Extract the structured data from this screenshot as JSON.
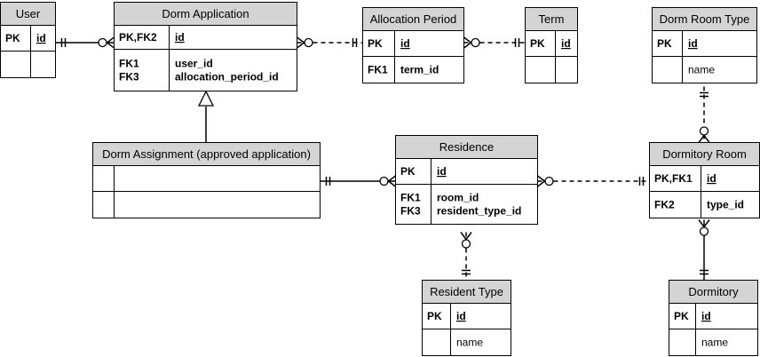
{
  "entities": {
    "user": {
      "title": "User",
      "rows": [
        {
          "key": "PK",
          "attr": "id",
          "pk": true
        },
        {
          "key": "",
          "attr": ""
        }
      ]
    },
    "dorm_application": {
      "title": "Dorm Application",
      "rows": [
        {
          "key": "PK,FK2",
          "attr": "id",
          "pk": true
        },
        {
          "key": "FK1\nFK3",
          "attr": "user_id\nallocation_period_id",
          "bold": true
        }
      ]
    },
    "allocation_period": {
      "title": "Allocation Period",
      "rows": [
        {
          "key": "PK",
          "attr": "id",
          "pk": true
        },
        {
          "key": "FK1",
          "attr": "term_id",
          "bold": true
        }
      ]
    },
    "term": {
      "title": "Term",
      "rows": [
        {
          "key": "PK",
          "attr": "id",
          "pk": true
        },
        {
          "key": "",
          "attr": ""
        }
      ]
    },
    "dorm_room_type": {
      "title": "Dorm Room Type",
      "rows": [
        {
          "key": "PK",
          "attr": "id",
          "pk": true
        },
        {
          "key": "",
          "attr": "name"
        }
      ]
    },
    "dorm_assignment": {
      "title": "Dorm Assignment (approved application)",
      "rows": [
        {
          "key": "",
          "attr": ""
        },
        {
          "key": "",
          "attr": ""
        }
      ]
    },
    "residence": {
      "title": "Residence",
      "rows": [
        {
          "key": "PK",
          "attr": "id",
          "pk": true
        },
        {
          "key": "FK1\nFK3",
          "attr": "room_id\nresident_type_id",
          "bold": true
        }
      ]
    },
    "dormitory_room": {
      "title": "Dormitory Room",
      "rows": [
        {
          "key": "PK,FK1",
          "attr": "id",
          "pk": true
        },
        {
          "key": "FK2",
          "attr": "type_id",
          "bold": true
        }
      ]
    },
    "resident_type": {
      "title": "Resident Type",
      "rows": [
        {
          "key": "PK",
          "attr": "id",
          "pk": true
        },
        {
          "key": "",
          "attr": "name"
        }
      ]
    },
    "dormitory": {
      "title": "Dormitory",
      "rows": [
        {
          "key": "PK",
          "attr": "id",
          "pk": true
        },
        {
          "key": "",
          "attr": "name"
        }
      ]
    }
  },
  "colors": {
    "header_fill": "#d4d4d4",
    "line": "#000000",
    "box_fill": "#ffffff"
  }
}
